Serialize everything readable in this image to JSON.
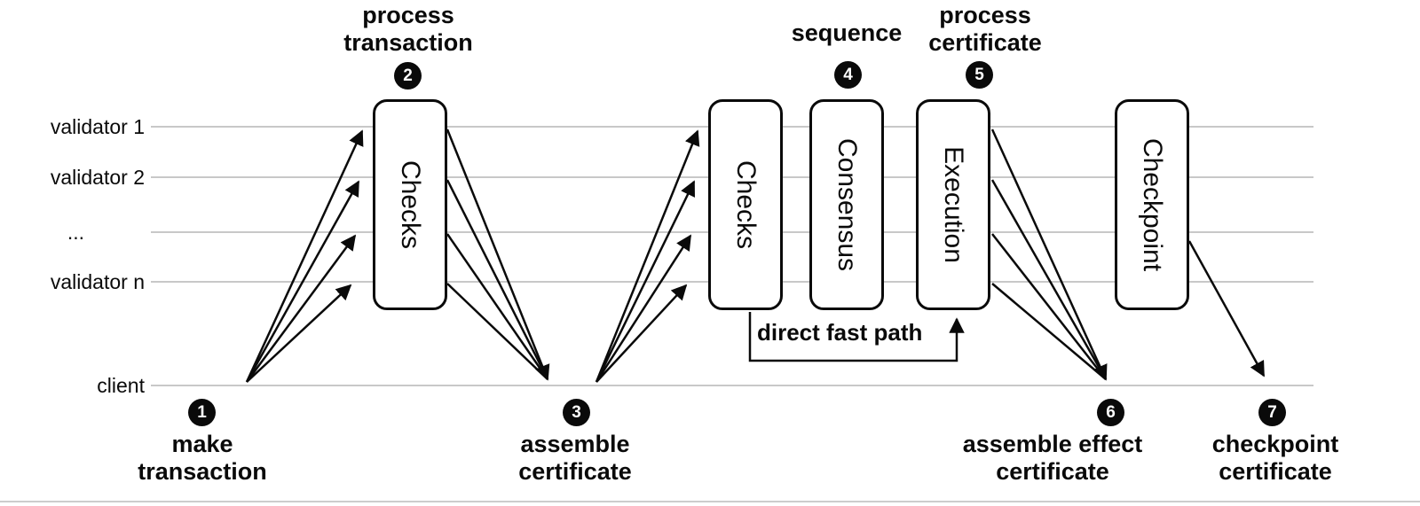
{
  "diagram": {
    "lanes": [
      {
        "label": "validator 1"
      },
      {
        "label": "validator 2"
      },
      {
        "label": "..."
      },
      {
        "label": "validator n"
      },
      {
        "label": "client"
      }
    ],
    "phases": [
      {
        "label": "Checks"
      },
      {
        "label": "Checks"
      },
      {
        "label": "Consensus"
      },
      {
        "label": "Execution"
      },
      {
        "label": "Checkpoint"
      }
    ],
    "steps": [
      {
        "number": "1",
        "label": "make transaction"
      },
      {
        "number": "2",
        "label": "process transaction"
      },
      {
        "number": "3",
        "label": "assemble certificate"
      },
      {
        "number": "4",
        "label": "sequence"
      },
      {
        "number": "5",
        "label": "process certificate"
      },
      {
        "number": "6",
        "label": "assemble effect certificate"
      },
      {
        "number": "7",
        "label": "checkpoint certificate"
      }
    ],
    "fast_path": {
      "label": "direct fast path"
    },
    "colors": {
      "arrow": "#0a0a0a",
      "lane_line": "#b5b5b5",
      "box_border": "#0a0a0a",
      "box_fill": "#ffffff",
      "step_circle": "#0a0a0a",
      "step_number": "#ffffff",
      "text": "#0a0a0a"
    }
  }
}
